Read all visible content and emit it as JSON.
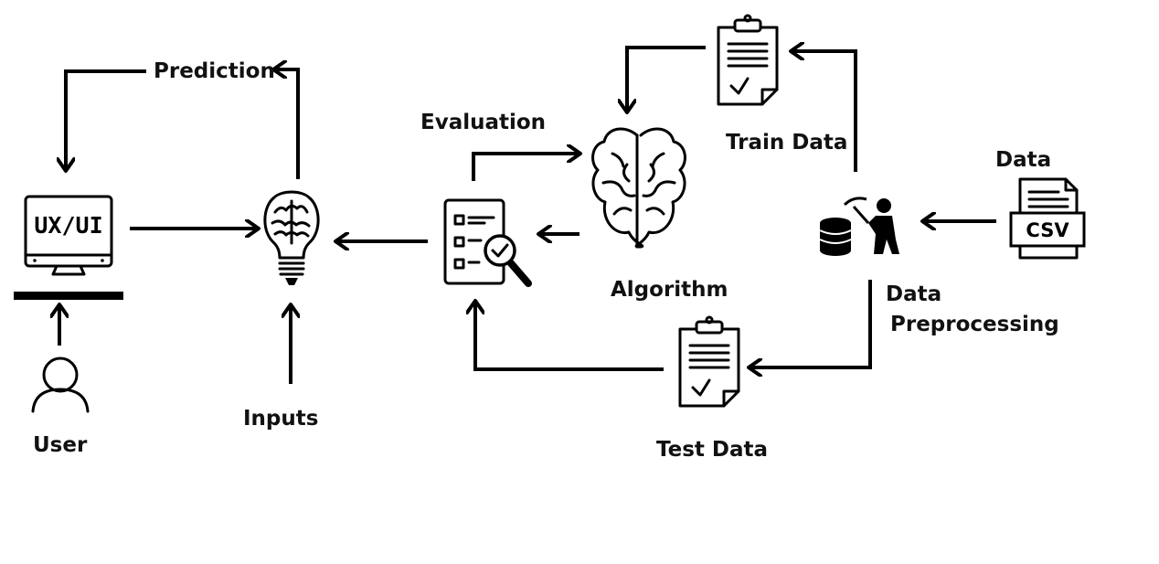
{
  "diagram": {
    "labels": {
      "prediction": "Prediction",
      "evaluation": "Evaluation",
      "train_data": "Train Data",
      "data": "Data",
      "algorithm": "Algorithm",
      "data_preprocessing_line1": "Data",
      "data_preprocessing_line2": "Preprocessing",
      "inputs": "Inputs",
      "user": "User",
      "test_data": "Test Data",
      "ux_ui": "UX/UI",
      "csv": "CSV"
    },
    "icons": [
      "monitor-icon",
      "user-icon",
      "lightbulb-brain-icon",
      "checklist-magnifier-icon",
      "brain-icon",
      "clipboard-icon",
      "data-miner-icon",
      "csv-file-icon"
    ]
  }
}
